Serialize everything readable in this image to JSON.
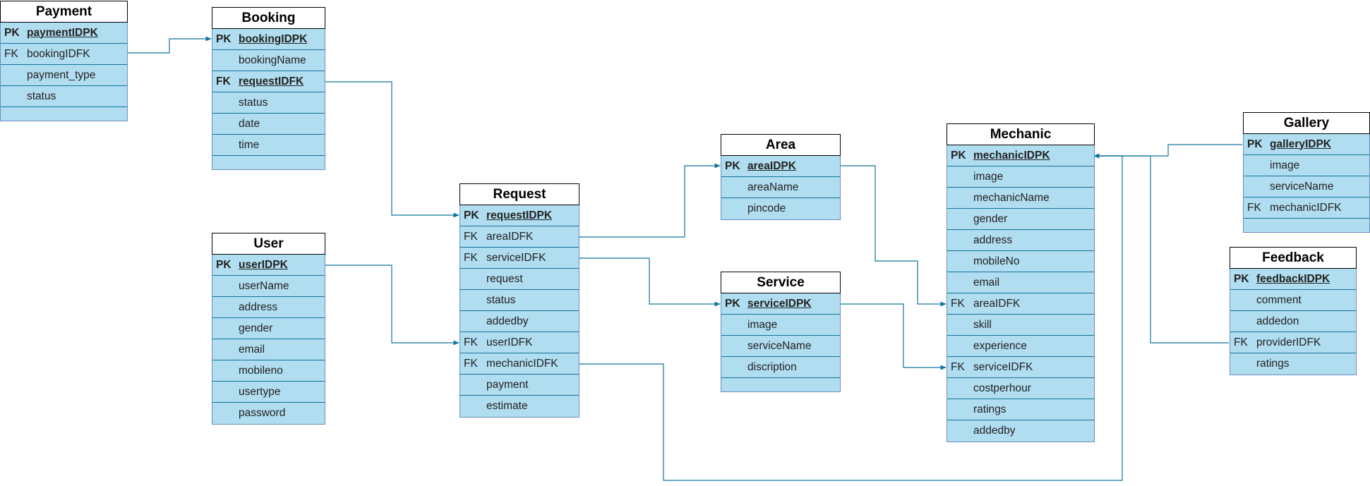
{
  "diagram": {
    "entities": [
      {
        "id": "payment",
        "title": "Payment",
        "rows": [
          {
            "key": "PK",
            "name": "paymentIDPK",
            "primary": true
          },
          {
            "key": "FK",
            "name": "bookingIDFK"
          },
          {
            "key": "",
            "name": "payment_type"
          },
          {
            "key": "",
            "name": "status"
          },
          {
            "key": "",
            "name": ""
          }
        ]
      },
      {
        "id": "booking",
        "title": "Booking",
        "rows": [
          {
            "key": "PK",
            "name": "bookingIDPK",
            "primary": true
          },
          {
            "key": "",
            "name": "bookingName"
          },
          {
            "key": "FK",
            "name": "requestIDFK",
            "primary": true
          },
          {
            "key": "",
            "name": "status"
          },
          {
            "key": "",
            "name": "date"
          },
          {
            "key": "",
            "name": "time"
          },
          {
            "key": "",
            "name": ""
          }
        ]
      },
      {
        "id": "user",
        "title": "User",
        "rows": [
          {
            "key": "PK",
            "name": "userIDPK",
            "primary": true
          },
          {
            "key": "",
            "name": "userName"
          },
          {
            "key": "",
            "name": "address"
          },
          {
            "key": "",
            "name": "gender"
          },
          {
            "key": "",
            "name": "email"
          },
          {
            "key": "",
            "name": "mobileno"
          },
          {
            "key": "",
            "name": "usertype"
          },
          {
            "key": "",
            "name": "password"
          }
        ]
      },
      {
        "id": "request",
        "title": "Request",
        "rows": [
          {
            "key": "PK",
            "name": "requestIDPK",
            "primary": true
          },
          {
            "key": "FK",
            "name": "areaIDFK"
          },
          {
            "key": "FK",
            "name": "serviceIDFK"
          },
          {
            "key": "",
            "name": "request"
          },
          {
            "key": "",
            "name": "status"
          },
          {
            "key": "",
            "name": "addedby"
          },
          {
            "key": "FK",
            "name": "userIDFK"
          },
          {
            "key": "FK",
            "name": "mechanicIDFK"
          },
          {
            "key": "",
            "name": "payment"
          },
          {
            "key": "",
            "name": "estimate"
          }
        ]
      },
      {
        "id": "area",
        "title": "Area",
        "rows": [
          {
            "key": "PK",
            "name": "areaIDPK",
            "primary": true
          },
          {
            "key": "",
            "name": "areaName"
          },
          {
            "key": "",
            "name": "pincode"
          }
        ]
      },
      {
        "id": "service",
        "title": "Service",
        "rows": [
          {
            "key": "PK",
            "name": "serviceIDPK",
            "primary": true
          },
          {
            "key": "",
            "name": "image"
          },
          {
            "key": "",
            "name": "serviceName"
          },
          {
            "key": "",
            "name": "discription"
          },
          {
            "key": "",
            "name": ""
          }
        ]
      },
      {
        "id": "mechanic",
        "title": "Mechanic",
        "rows": [
          {
            "key": "PK",
            "name": "mechanicIDPK",
            "primary": true
          },
          {
            "key": "",
            "name": "image"
          },
          {
            "key": "",
            "name": "mechanicName"
          },
          {
            "key": "",
            "name": "gender"
          },
          {
            "key": "",
            "name": "address"
          },
          {
            "key": "",
            "name": "mobileNo"
          },
          {
            "key": "",
            "name": "email"
          },
          {
            "key": "FK",
            "name": "areaIDFK"
          },
          {
            "key": "",
            "name": "skill"
          },
          {
            "key": "",
            "name": "experience"
          },
          {
            "key": "FK",
            "name": "serviceIDFK"
          },
          {
            "key": "",
            "name": "costperhour"
          },
          {
            "key": "",
            "name": "ratings"
          },
          {
            "key": "",
            "name": "addedby"
          }
        ]
      },
      {
        "id": "gallery",
        "title": "Gallery",
        "rows": [
          {
            "key": "PK",
            "name": "galleryIDPK",
            "primary": true
          },
          {
            "key": "",
            "name": "image"
          },
          {
            "key": "",
            "name": "serviceName"
          },
          {
            "key": "FK",
            "name": "mechanicIDFK"
          },
          {
            "key": "",
            "name": ""
          }
        ]
      },
      {
        "id": "feedback",
        "title": "Feedback",
        "rows": [
          {
            "key": "PK",
            "name": "feedbackIDPK",
            "primary": true
          },
          {
            "key": "",
            "name": "comment"
          },
          {
            "key": "",
            "name": " addedon"
          },
          {
            "key": "FK",
            "name": "providerIDFK"
          },
          {
            "key": "",
            "name": "ratings"
          }
        ]
      }
    ],
    "colors": {
      "entity_fill": "#b1ddf0",
      "entity_border": "#6c8ebf",
      "row_divider": "#10739e",
      "connector": "#10739e",
      "title_fill": "#ffffff"
    }
  }
}
